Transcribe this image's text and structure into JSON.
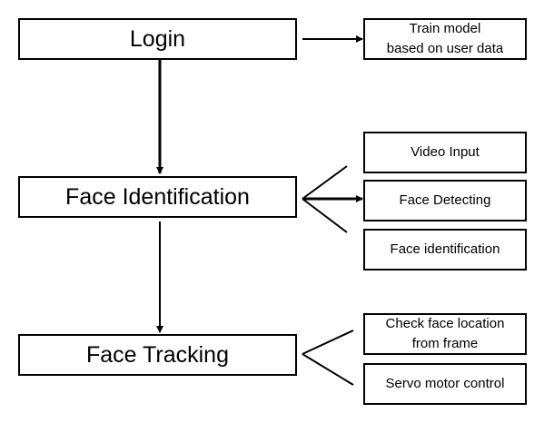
{
  "diagram": {
    "main_steps": {
      "login": "Login",
      "face_identification": "Face Identification",
      "face_tracking": "Face Tracking"
    },
    "login_outputs": {
      "train_model_line1": "Train model",
      "train_model_line2": "based on user data"
    },
    "identification_substeps": {
      "video_input": "Video Input",
      "face_detecting": "Face Detecting",
      "face_identification": "Face identification"
    },
    "tracking_substeps": {
      "check_location_line1": "Check face location",
      "check_location_line2": "from frame",
      "servo_motor_control": "Servo motor control"
    },
    "colors": {
      "stroke": "#000000",
      "background": "#ffffff"
    }
  }
}
